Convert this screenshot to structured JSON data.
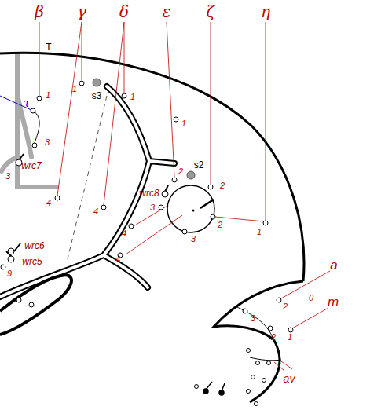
{
  "diagram": {
    "labels": [
      "β",
      "γ",
      "δ",
      "ε",
      "ζ",
      "η",
      "T",
      "1",
      "τ",
      "1",
      "s3",
      "1",
      "3",
      "wrc7",
      "3",
      "1",
      "s2",
      "2",
      "2",
      "wrc8",
      "4",
      "4",
      "3",
      "2",
      "4",
      "3",
      "1",
      "4",
      "wrc6",
      "wrc5",
      "9",
      "a",
      "0",
      "2",
      "3",
      "m",
      "2",
      "1",
      "av"
    ]
  }
}
